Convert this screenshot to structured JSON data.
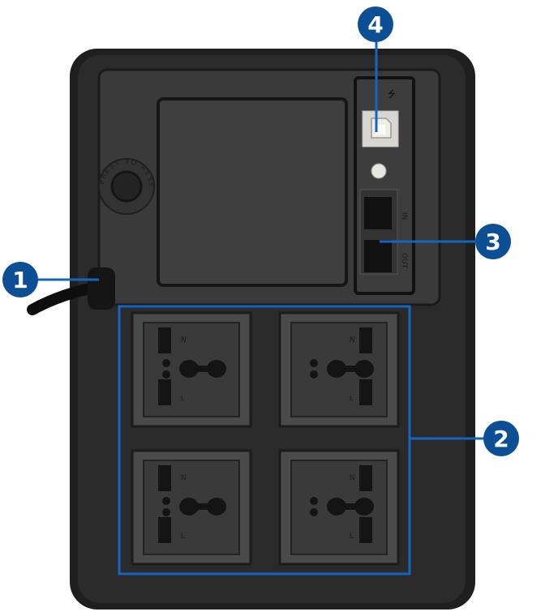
{
  "device": {
    "reset_button_label": "PRESS TO RESET",
    "port_in_label": "IN",
    "port_out_label": "OUT",
    "usb_icon": "usb-icon",
    "socket_labels": {
      "neutral": "N",
      "live": "L"
    }
  },
  "callouts": [
    {
      "number": "1",
      "target": "power-cord"
    },
    {
      "number": "2",
      "target": "output-sockets"
    },
    {
      "number": "3",
      "target": "network-surge-ports"
    },
    {
      "number": "4",
      "target": "usb-port"
    }
  ],
  "colors": {
    "badge": "#0d4f94",
    "leader_line": "#1565c0",
    "housing": "#262626",
    "panel": "#3b3b3b"
  }
}
